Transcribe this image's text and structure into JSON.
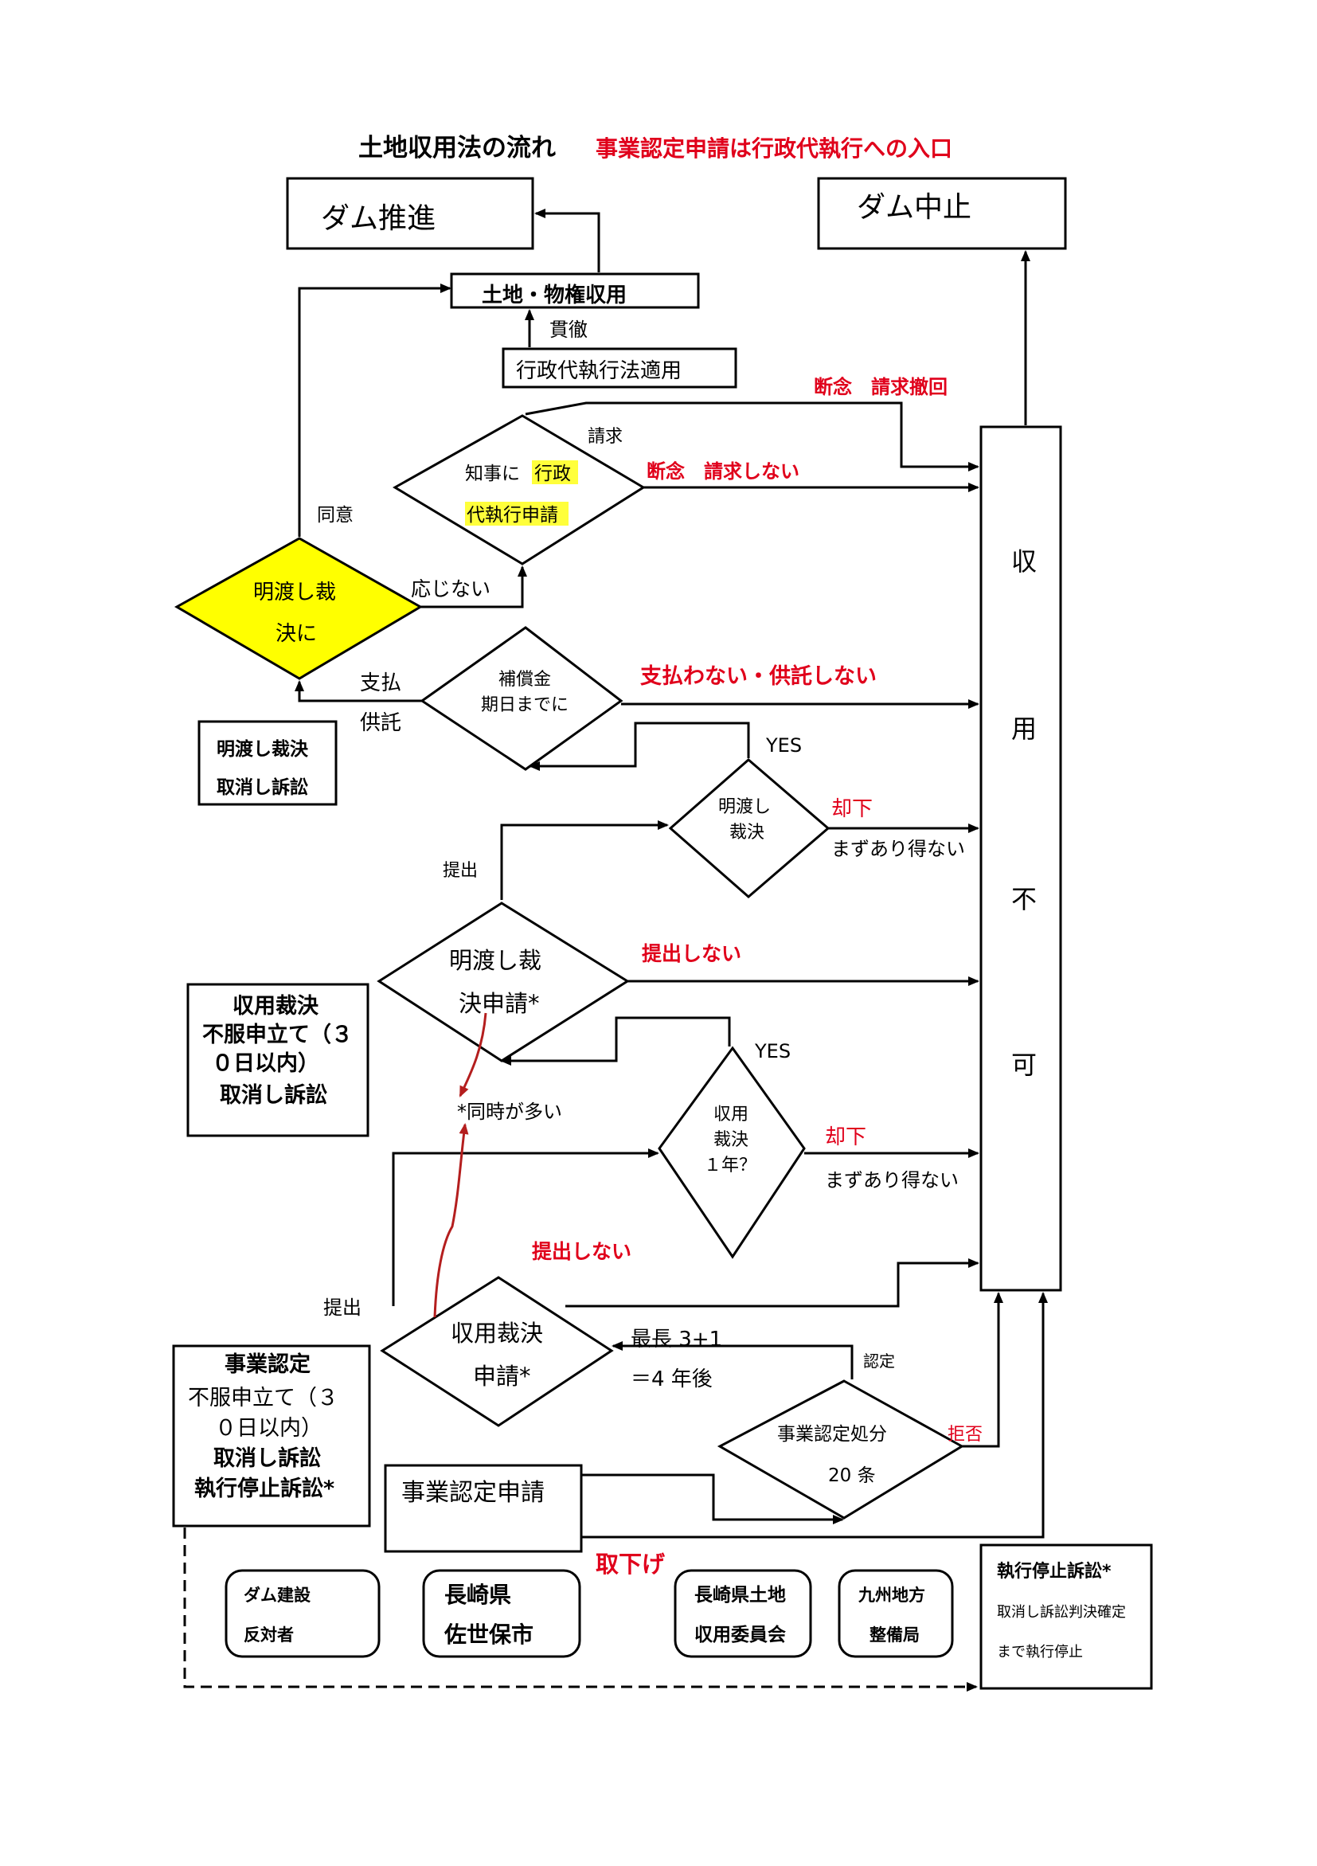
{
  "title": {
    "main": "土地収用法の流れ",
    "sub": "事業認定申請は行政代執行への入口"
  },
  "colors": {
    "red": "#e0001b",
    "yellow": "#ffff00",
    "highlight": "#ffff3b",
    "dark_red_curve": "#b41e1e"
  },
  "boxes": {
    "dam_promotion": "ダム推進",
    "dam_stop": "ダム中止",
    "land_expropriation": "土地・物権収用",
    "enforcement_act": "行政代執行法適用",
    "project_approval_request": "事業認定申請",
    "vacate_ruling_lawsuit": [
      "明渡し裁決",
      "取消し訴訟"
    ],
    "expropriation_ruling_appeal": [
      "収用裁決",
      "不服申立て（３",
      "０日以内）",
      "取消し訴訟"
    ],
    "project_approval_appeal": [
      "事業認定",
      "不服申立て（３",
      "０日以内）",
      "取消し訴訟",
      "執行停止訴訟*"
    ],
    "suspension_lawsuit": [
      "執行停止訴訟*",
      "取消し訴訟判決確定",
      "まで執行停止"
    ],
    "not_expropriable": [
      "収",
      "用",
      "不",
      "可"
    ]
  },
  "diamonds": {
    "governor_request": [
      "知事に",
      "行政",
      "代執行申請"
    ],
    "vacate_order": [
      "明渡し裁",
      "決に"
    ],
    "compensation": [
      "補償金",
      "期日までに"
    ],
    "vacate_ruling_small": [
      "明渡し",
      "裁決"
    ],
    "vacate_request": [
      "明渡し裁",
      "決申請*"
    ],
    "expropriation_ruling_small": [
      "収用",
      "裁決",
      "１年？"
    ],
    "expropriation_request": [
      "収用裁決",
      "申請*"
    ],
    "project_approval_decision": [
      "事業認定処分",
      "20 条"
    ]
  },
  "labels": {
    "execution": "貫徹",
    "request": "請求",
    "give_up_withdraw": "断念　請求撤回",
    "give_up_no_request": "断念　請求しない",
    "agree": "同意",
    "not_respond": "応じない",
    "pay": "支払",
    "deposit": "供託",
    "not_pay": "支払わない・供託しない",
    "yes1": "YES",
    "yes2": "YES",
    "submit1": "提出",
    "submit2": "提出",
    "dismiss1": "却下",
    "dismiss2": "却下",
    "unlikely1": "まずあり得ない",
    "unlikely2": "まずあり得ない",
    "not_submit1": "提出しない",
    "not_submit2": "提出しない",
    "often_simultaneous": "*同時が多い",
    "max_years_1": "最長 3+1",
    "max_years_2": "＝4 年後",
    "approval": "認定",
    "rejection": "拒否",
    "withdrawal": "取下げ"
  },
  "parties": [
    [
      "ダム建設",
      "反対者"
    ],
    [
      "長崎県",
      "佐世保市"
    ],
    [
      "長崎県土地",
      "収用委員会"
    ],
    [
      "九州地方",
      "整備局"
    ]
  ]
}
